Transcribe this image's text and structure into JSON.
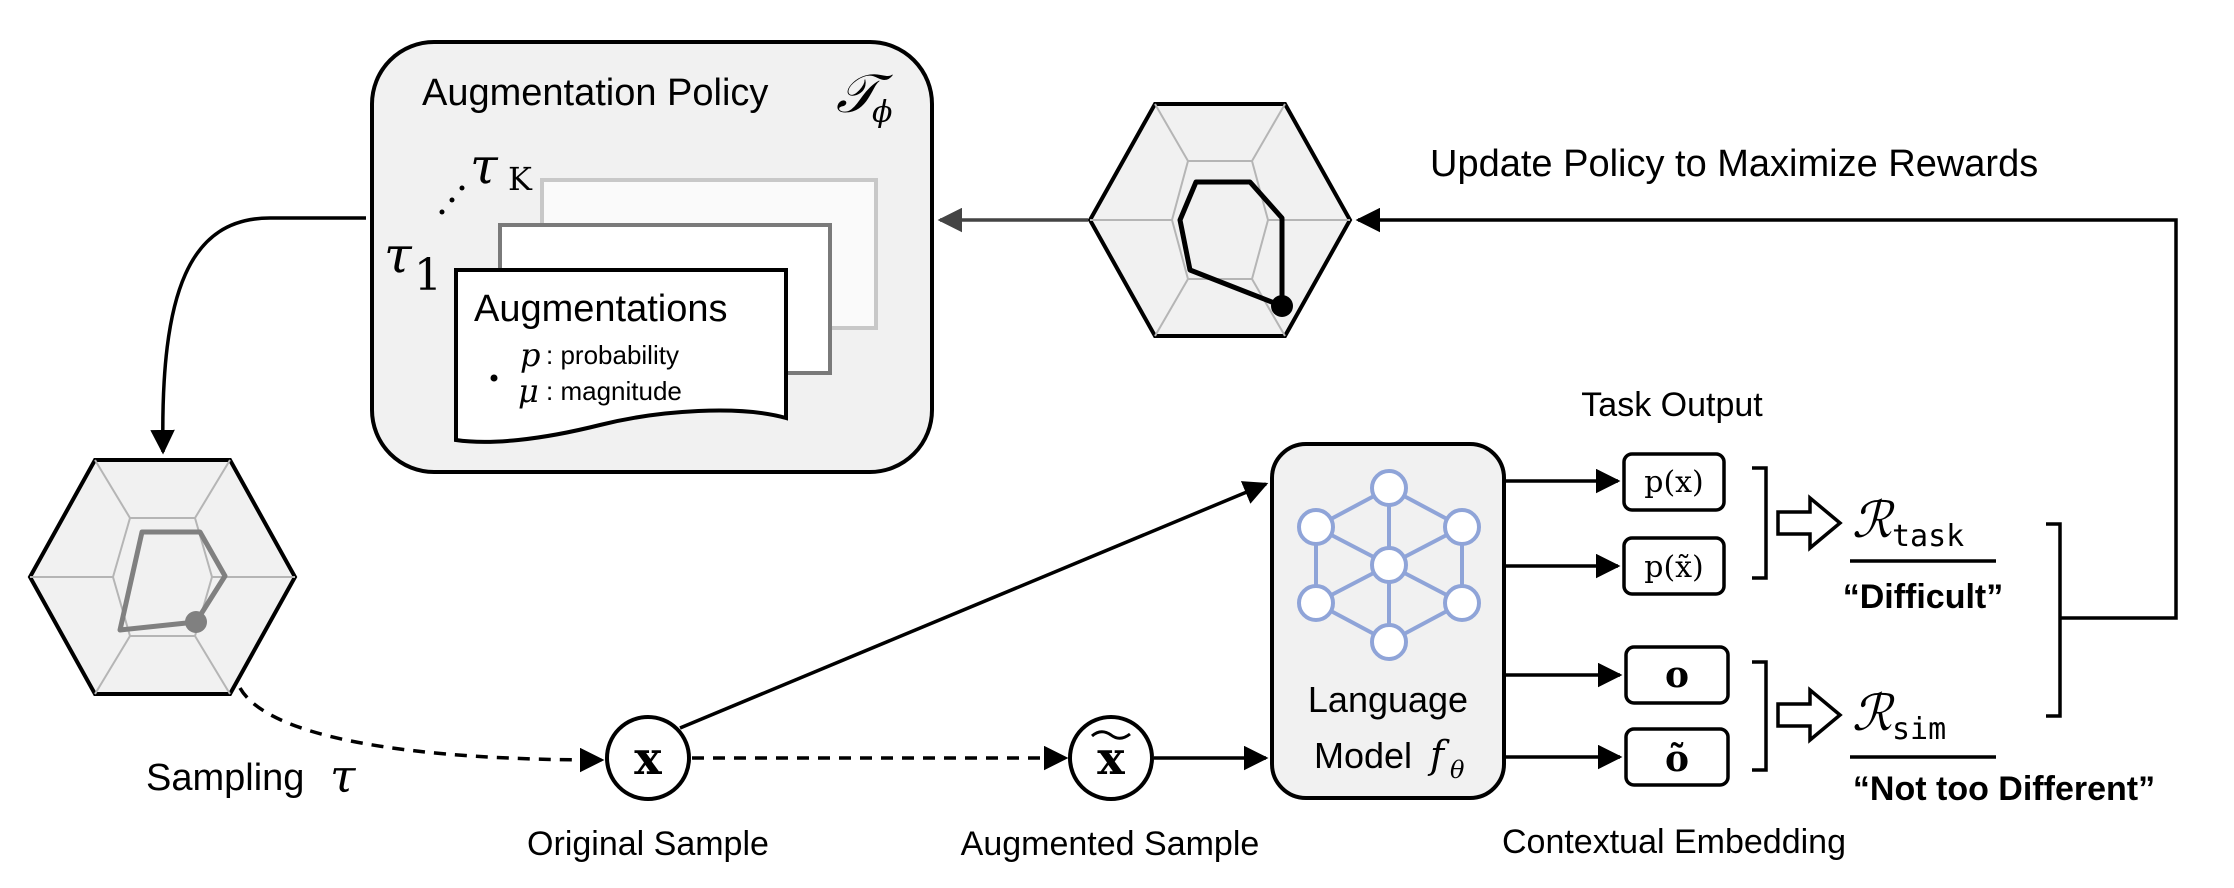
{
  "policy": {
    "title": "Augmentation Policy",
    "title_symbol": "𝒯",
    "title_subscript": "ϕ",
    "tau_k": "τ",
    "tau_k_sub": "K",
    "tau_1": "τ",
    "tau_1_sub": "1",
    "card_title": "Augmentations",
    "p_symbol": "p",
    "p_text": ": probability",
    "mu_symbol": "μ",
    "mu_text": ": magnitude"
  },
  "update_label": "Update Policy to Maximize Rewards",
  "sampling_label": "Sampling",
  "sampling_symbol": "τ",
  "original_sample_label": "Original Sample",
  "augmented_sample_label": "Augmented Sample",
  "x_symbol": "x",
  "model": {
    "line1": "Language",
    "line2": "Model",
    "symbol": "f",
    "symbol_sub": "θ"
  },
  "task_output_label": "Task Output",
  "outputs": {
    "p_x": "p(x)",
    "p_x_tilde": "p(x̃)",
    "o": "o",
    "o_tilde": "õ"
  },
  "contextual_embedding_label": "Contextual Embedding",
  "rewards": {
    "task_symbol": "ℛ",
    "task_sub": "task",
    "task_caption": "“Difficult”",
    "sim_symbol": "ℛ",
    "sim_sub": "sim",
    "sim_caption": "“Not too Different”"
  },
  "colors": {
    "panel_fill": "#f1f1f1",
    "network": "#8fa4d8",
    "stroke": "#000000",
    "gray_poly": "#808080"
  }
}
